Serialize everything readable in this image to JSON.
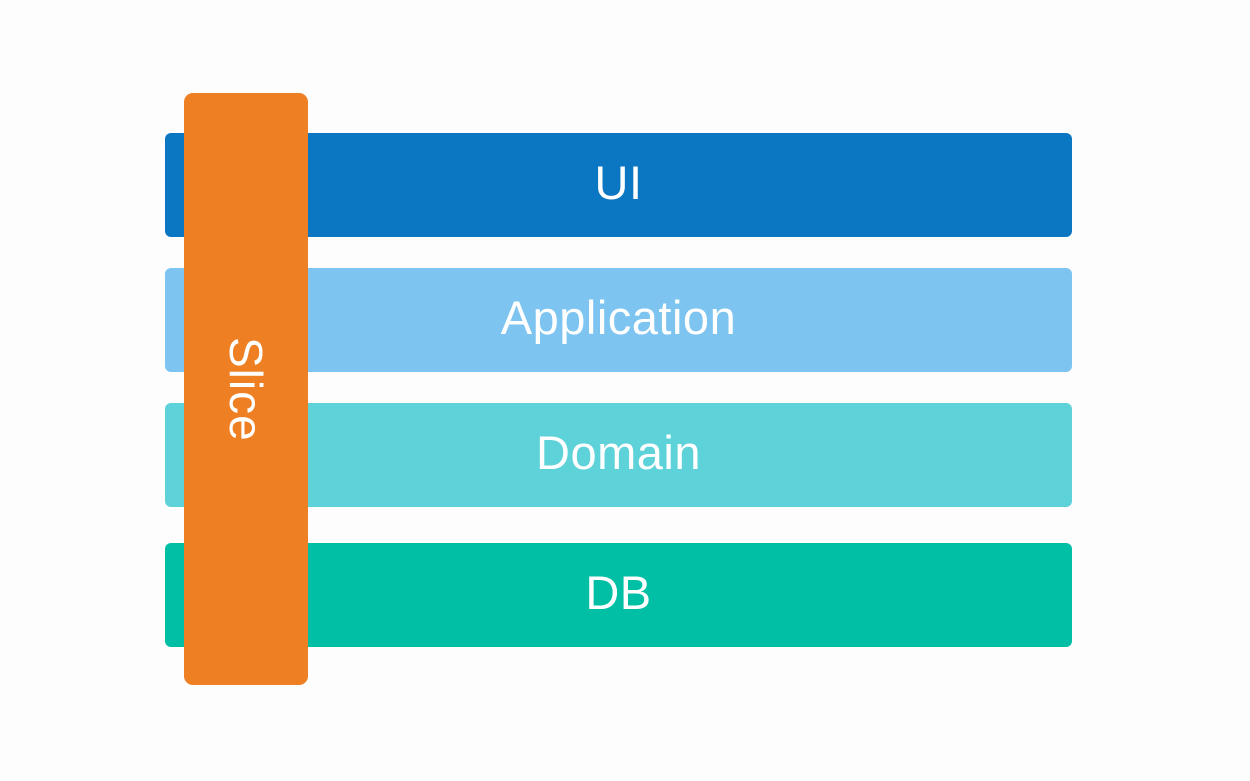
{
  "diagram": {
    "background": "#fdfdfd",
    "text_color": "#ffffff",
    "layers": [
      {
        "label": "UI",
        "color": "#0b76c2"
      },
      {
        "label": "Application",
        "color": "#7dc4f0"
      },
      {
        "label": "Domain",
        "color": "#5dd2d9"
      },
      {
        "label": "DB",
        "color": "#01bfa5"
      }
    ],
    "slice": {
      "label": "Slice",
      "color": "#ee7f23"
    }
  }
}
